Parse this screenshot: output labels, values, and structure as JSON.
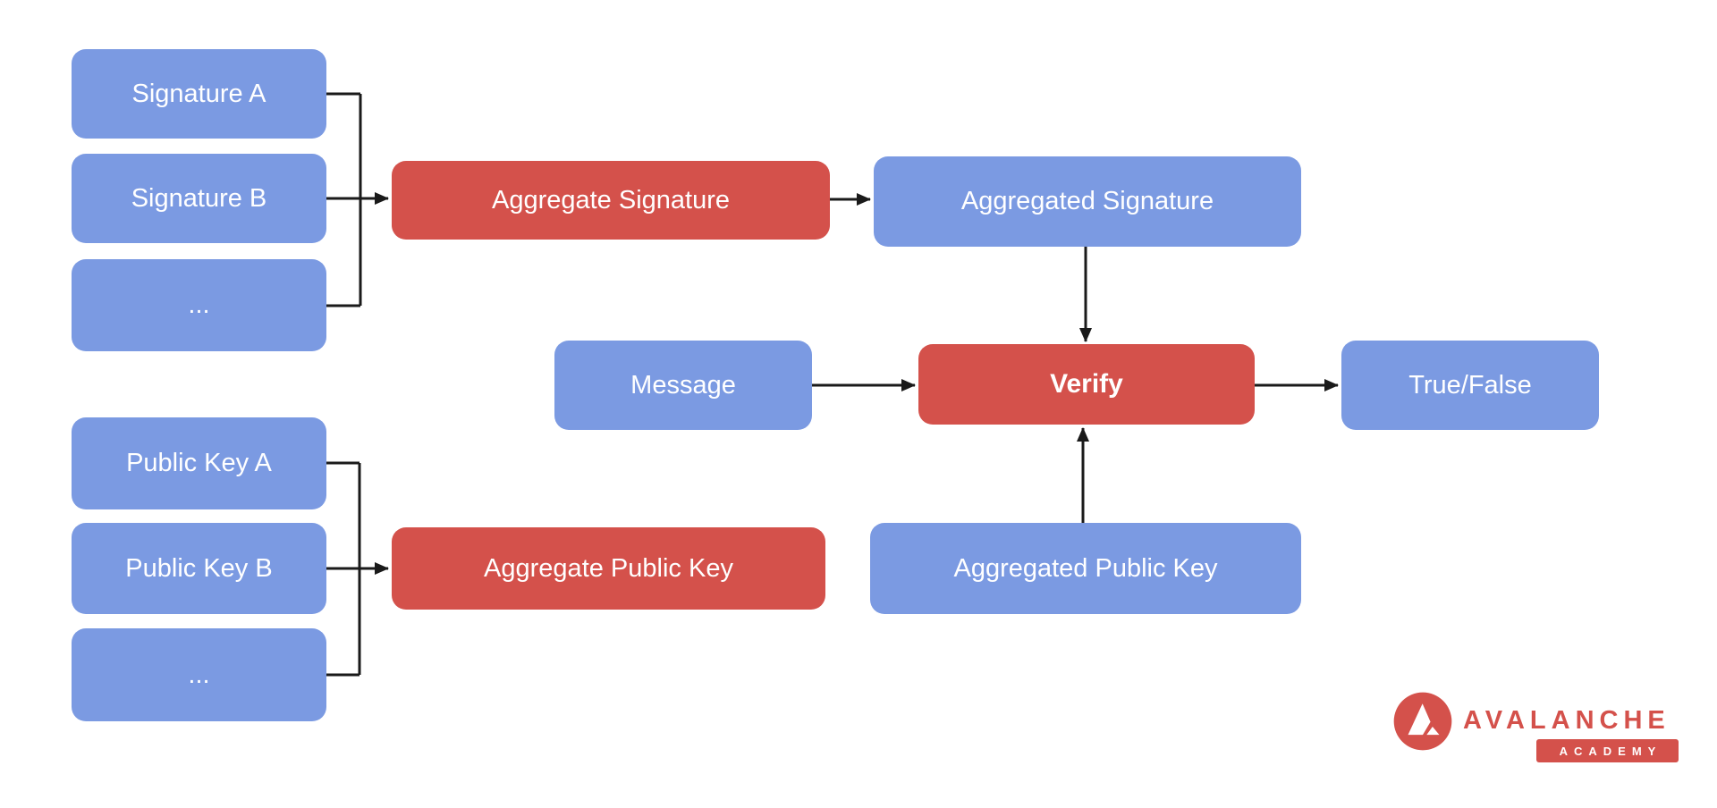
{
  "palette": {
    "node_blue": "#7B9AE2",
    "node_red": "#D4514B",
    "connector": "#1A1A1A",
    "node_text": "#FFFFFF",
    "brand_red": "#D4514B"
  },
  "nodes": {
    "signature_a": "Signature A",
    "signature_b": "Signature B",
    "signature_more": "...",
    "aggregate_signature": "Aggregate Signature",
    "aggregated_signature": "Aggregated Signature",
    "message": "Message",
    "verify": "Verify",
    "true_false": "True/False",
    "public_key_a": "Public Key A",
    "public_key_b": "Public Key B",
    "public_key_more": "...",
    "aggregate_public_key": "Aggregate Public Key",
    "aggregated_public_key": "Aggregated Public Key"
  },
  "logo": {
    "brand": "AVALANCHE",
    "badge": "ACADEMY"
  }
}
